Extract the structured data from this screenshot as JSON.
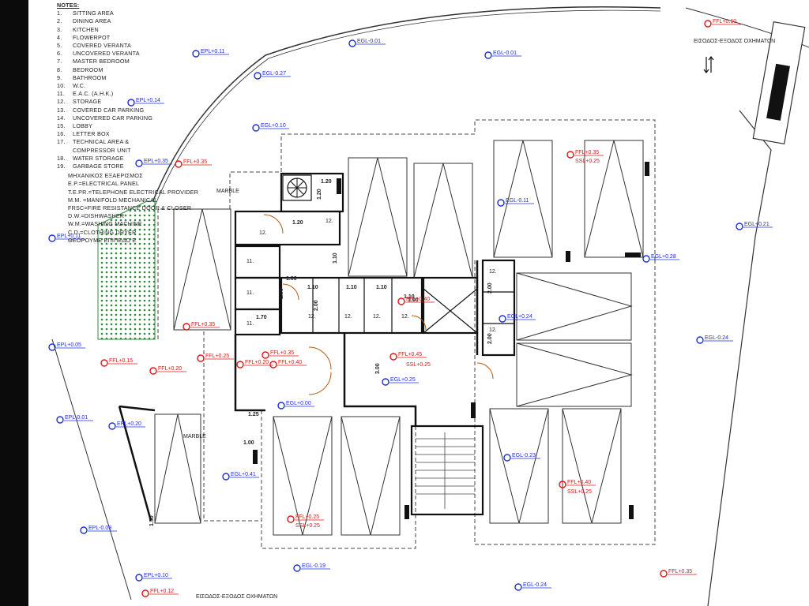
{
  "notes": {
    "title": "NOTES:",
    "items": [
      {
        "n": "1.",
        "t": "SITTING AREA"
      },
      {
        "n": "2.",
        "t": "DINING AREA"
      },
      {
        "n": "3.",
        "t": "KITCHEN"
      },
      {
        "n": "4.",
        "t": "FLOWERPOT"
      },
      {
        "n": "5.",
        "t": "COVERED VERANTA"
      },
      {
        "n": "6.",
        "t": "UNCOVERED VERANTA"
      },
      {
        "n": "7.",
        "t": "MASTER BEDROOM"
      },
      {
        "n": "8.",
        "t": "BEDROOM"
      },
      {
        "n": "9.",
        "t": "BATHROOM"
      },
      {
        "n": "10.",
        "t": "W.C."
      },
      {
        "n": "11.",
        "t": "E.A.C. (A.H.K.)"
      },
      {
        "n": "12.",
        "t": "STORAGE"
      },
      {
        "n": "13.",
        "t": "COVERED CAR PARKING"
      },
      {
        "n": "14.",
        "t": "UNCOVERED CAR PARKING"
      },
      {
        "n": "15.",
        "t": "LOBBY"
      },
      {
        "n": "16.",
        "t": "LETTER BOX"
      },
      {
        "n": "17.",
        "t": "TECHNICAL AREA &"
      },
      {
        "n": "",
        "t": "COMPRESSOR UNIT"
      },
      {
        "n": "18.",
        "t": "WATER STORAGE"
      },
      {
        "n": "19.",
        "t": "GARBAGE STORE"
      }
    ],
    "legend": [
      "ΜΗΧΑΝΙΚΟΣ ΕΞΑΕΡΙΣΜΟΣ",
      "E.P.=ELECTRICAL PANEL",
      "T.E.PR.=TELEPHONE ELECTRICAL PROVIDER",
      "M.M. =MANIFOLD MECHANICAL",
      "FRSC=FIRE RESISTANCE DOOR & CLOSER",
      "D.W.=DISHWASHER",
      "W.M.=WASHING MACHINE",
      "C.D.=CLOTHING DRYER",
      "ΘΕΟΡΟΥΜΕ ΕΠΙΠΕΔΟ Ε"
    ]
  },
  "entrance_label": "ΕΙΣΟΔΟΣ-ΕΞΟΔΟΣ ΟΧΗΜΑΤΩΝ",
  "room_tags": {
    "marble_top": "MARBLE",
    "marble_bottom": "MARBLE",
    "rooms": [
      "12.",
      "11.",
      "11.",
      "11.",
      "12.",
      "12.",
      "12.",
      "12.",
      "12.",
      "12.",
      "12."
    ]
  },
  "dimensions": [
    "1.20",
    "1.20",
    "1.20",
    "1.00",
    "1.10",
    "1.10",
    "1.10",
    "1.10",
    "1.10",
    "1.00",
    "1.70",
    "1.00",
    "1.25",
    "3.00",
    "2.00",
    "2.00",
    "2.00",
    "1.00",
    "1.50"
  ],
  "levels_blue": [
    "EPL+0.11",
    "EPL+0.14",
    "EPL+0.35",
    "EPL+0.11",
    "EPL+0.05",
    "EPL-0.01",
    "EPL+0.20",
    "EPL-0.09",
    "EPL+0.10",
    "EGL-0.01",
    "EGL+0.10",
    "EGL-0.11",
    "EGL+0.28",
    "EGL+0.24",
    "EGL-0.24",
    "EGL-0.23",
    "EGL+0.41",
    "EGL-0.19",
    "EGL-0.24",
    "EGL+0.00",
    "EGL+0.25",
    "EGL-0.01",
    "EGL+0.21",
    "EGL-0.27"
  ],
  "levels_red": [
    "FFL+0.10",
    "FFL+0.35",
    "FFL+0.35",
    "FFL+0.35",
    "FFL+0.15",
    "FFL+0.20",
    "FFL+0.25",
    "FFL+0.35",
    "FFL+0.40",
    "FFL+0.45",
    "FFL+0.40",
    "FFL+0.25",
    "FFL+0.40",
    "FFL+0.35",
    "FFL+0.12",
    "FFL+0.20"
  ],
  "subs_red": [
    "SSL+0.25",
    "SSL+0.25",
    "SSL+0.25",
    "SSL+0.25"
  ],
  "colors": {
    "paper": "#ffffff",
    "viewer": "#0b0b0b",
    "blue": "#1d2fd6",
    "red": "#e01515",
    "green": "#7fc98a"
  }
}
